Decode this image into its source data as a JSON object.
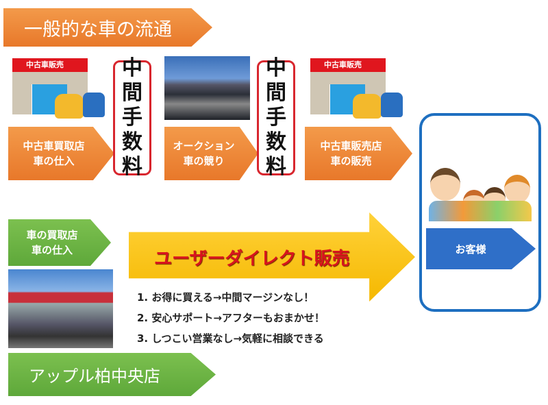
{
  "title": "一般的な車の流通",
  "flow": [
    {
      "shop_sign": "中古車販売",
      "label_1": "中古車買取店",
      "label_2": "車の仕入"
    },
    {
      "label_1": "オークション",
      "label_2": "車の競り"
    },
    {
      "shop_sign": "中古車販売",
      "label_1": "中古車販売店",
      "label_2": "車の販売"
    }
  ],
  "fee_chars": [
    "中",
    "間",
    "手",
    "数",
    "料"
  ],
  "customer": "お客様",
  "direct": {
    "label_1": "車の買取店",
    "label_2": "車の仕入",
    "headline": "ユーザーダイレクト販売"
  },
  "benefits": [
    "1. お得に買える→中間マージンなし！",
    "2. 安心サポート→アフターもおまかせ！",
    "3. しつこい営業なし→気軽に相談できる"
  ],
  "store_name": "アップル柏中央店",
  "colors": {
    "orange": "#ec8232",
    "red": "#d8262e",
    "green": "#6ab244",
    "blue": "#1e6fc0",
    "yellow": "#fbc02d"
  }
}
